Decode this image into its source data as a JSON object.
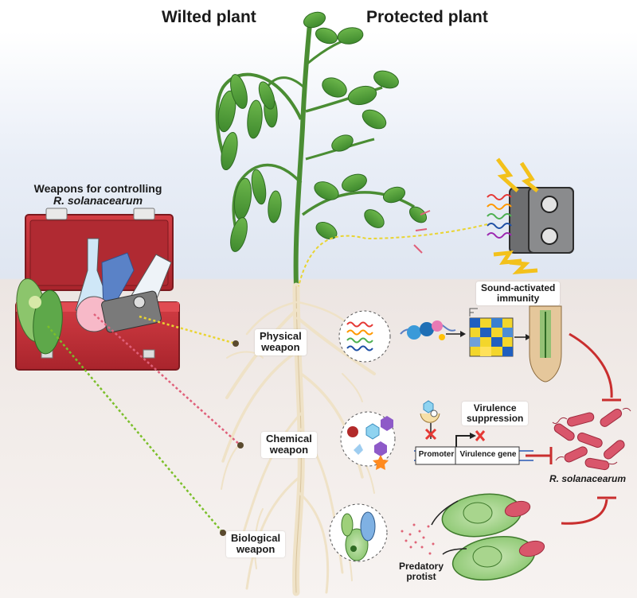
{
  "titles": {
    "wilted": "Wilted plant",
    "protected": "Protected plant"
  },
  "toolbox": {
    "line1": "Weapons for controlling",
    "line2": "R. solanacearum"
  },
  "weapons": {
    "physical": {
      "line1": "Physical",
      "line2": "weapon"
    },
    "chemical": {
      "line1": "Chemical",
      "line2": "weapon"
    },
    "biological": {
      "line1": "Biological",
      "line2": "weapon"
    }
  },
  "labels": {
    "sound_line1": "Sound-activated",
    "sound_line2": "immunity",
    "virulence_line1": "Virulence",
    "virulence_line2": "suppression",
    "promoter": "Promoter",
    "virulence_gene": "Virulence gene",
    "pathogen": "R. solanacearum",
    "protist_line1": "Predatory",
    "protist_line2": "protist"
  },
  "colors": {
    "toolbox": "#c6323a",
    "leaf": "#4f9a3a",
    "root": "#efe2c7",
    "bacteria": "#d9566b",
    "soil_line": "#e2d4ce",
    "dotted_yellow": "#e9d431",
    "dotted_pink": "#e0607a",
    "dotted_green": "#7bbf2a",
    "inhibit": "#c92e2e"
  }
}
